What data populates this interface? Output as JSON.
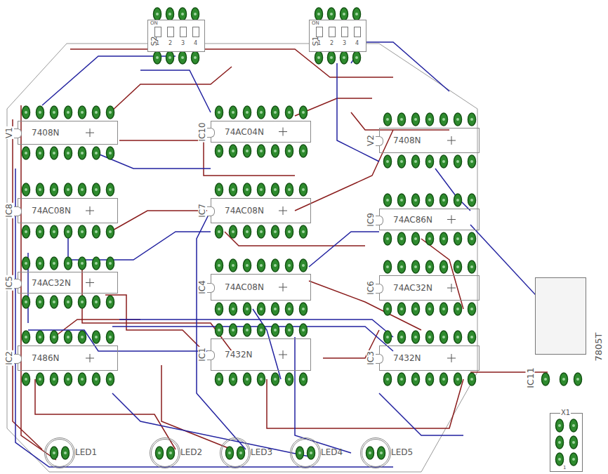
{
  "diagram": {
    "nodes": [
      {
        "text": [
          "ON",
          "S2",
          "1",
          "2",
          "3",
          "4"
        ]
      },
      {
        "text": [
          "ON",
          "S1",
          "1",
          "2",
          "3",
          "4"
        ]
      },
      {
        "text": [
          "V1",
          "7408N"
        ]
      },
      {
        "text": [
          "IC10",
          "74AC04N"
        ]
      },
      {
        "text": [
          "V2",
          "7408N"
        ]
      },
      {
        "text": [
          "IC8",
          "74AC08N"
        ]
      },
      {
        "text": [
          "IC7",
          "74AC08N"
        ]
      },
      {
        "text": [
          "IC9",
          "74AC86N"
        ]
      },
      {
        "text": [
          "IC5",
          "74AC32N"
        ]
      },
      {
        "text": [
          "IC4",
          "74AC08N"
        ]
      },
      {
        "text": [
          "IC6",
          "74AC32N"
        ]
      },
      {
        "text": [
          "IC2",
          "7486N"
        ]
      },
      {
        "text": [
          "IC1",
          "7432N"
        ]
      },
      {
        "text": [
          "IC3",
          "7432N"
        ]
      },
      {
        "text": [
          "IC11",
          "7805T"
        ]
      },
      {
        "text": [
          "X1",
          "1"
        ]
      },
      {
        "text": [
          "LED1"
        ]
      },
      {
        "text": [
          "LED2"
        ]
      },
      {
        "text": [
          "LED3"
        ]
      },
      {
        "text": [
          "LED4"
        ]
      },
      {
        "text": [
          "LED5"
        ]
      }
    ]
  }
}
